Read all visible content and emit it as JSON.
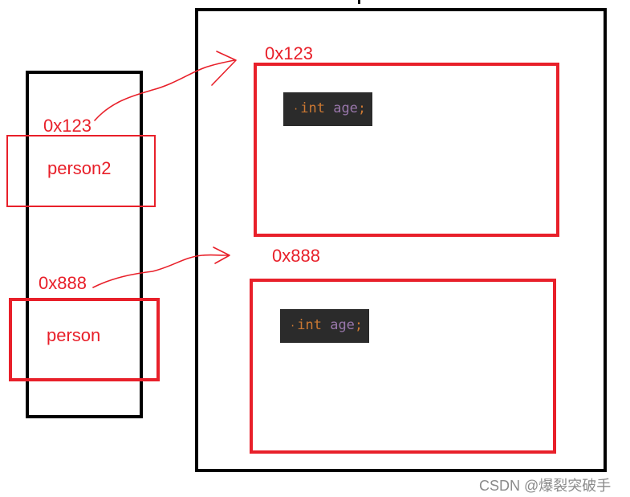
{
  "stack": {
    "vars": [
      {
        "name": "person2",
        "address": "0x123"
      },
      {
        "name": "person",
        "address": "0x888"
      }
    ]
  },
  "heap": {
    "objects": [
      {
        "address": "0x123",
        "code": {
          "keyword": "int",
          "field": "age",
          "punct": ";"
        }
      },
      {
        "address": "0x888",
        "code": {
          "keyword": "int",
          "field": "age",
          "punct": ";"
        }
      }
    ]
  },
  "watermark": "CSDN @爆裂突破手",
  "colors": {
    "pen": "#e8202a",
    "frame": "#000000",
    "code_bg": "#2b2b2b",
    "code_keyword": "#cc7832",
    "code_field": "#9876aa"
  }
}
